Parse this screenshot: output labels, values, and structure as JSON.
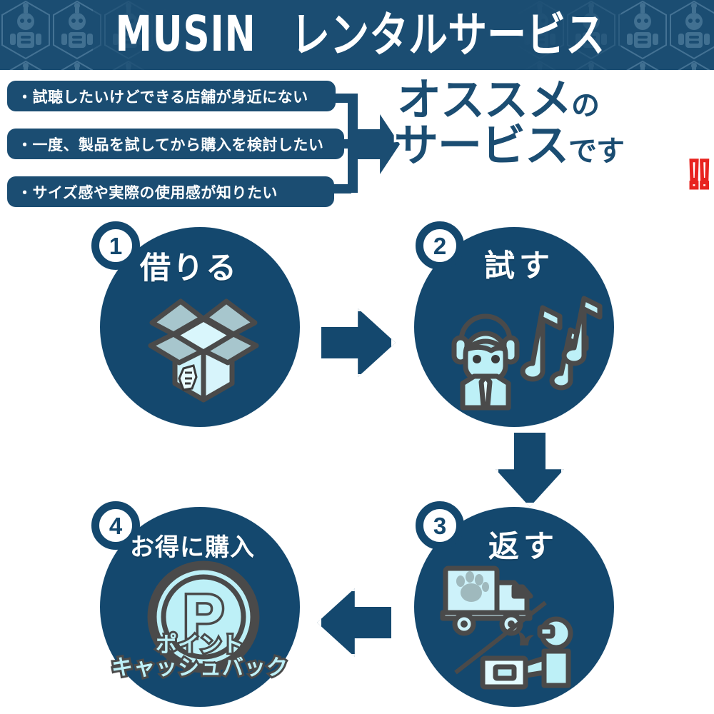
{
  "header": {
    "brand": "MUSIN",
    "service_title": "レンタルサービス",
    "background_color": "#1b4d72",
    "text_color": "#ffffff",
    "pattern": "hexagon-robot-pattern"
  },
  "pain_points": {
    "items": [
      {
        "text": "・試聴したいけどできる店舗が身近にない"
      },
      {
        "text": "・一度、製品を試してから購入を検討したい"
      },
      {
        "text": "・サイズ感や実際の使用感が知りたい"
      }
    ]
  },
  "recommendation": {
    "line1_main": "オススメ",
    "line1_small": "の",
    "line2_main": "サービス",
    "line2_small": "です",
    "exclamation": "!!",
    "text_color": "#1b4d72",
    "outline_color": "#ffffff",
    "exclamation_color": "#e8231f"
  },
  "steps": [
    {
      "number": "1",
      "label": "借りる",
      "icon": "open-box-icon",
      "circle_color": "#14486e"
    },
    {
      "number": "2",
      "label": "試す",
      "icon": "person-headphones-music-icon",
      "circle_color": "#14486e"
    },
    {
      "number": "3",
      "label": "返す",
      "icon": "delivery-truck-handover-icon",
      "circle_color": "#14486e"
    },
    {
      "number": "4",
      "label": "お得に購入",
      "icon": "point-coin-icon",
      "coin_letter": "P",
      "caption_line1": "ポイント",
      "caption_line2": "キャッシュバック",
      "circle_color": "#14486e"
    }
  ],
  "flow_arrows": [
    {
      "name": "arrow-step1-to-step2",
      "direction": "right"
    },
    {
      "name": "arrow-step2-to-step3",
      "direction": "down"
    },
    {
      "name": "arrow-step3-to-step4",
      "direction": "left"
    }
  ],
  "colors": {
    "primary_dark_blue": "#1b4d72",
    "circle_blue": "#14486e",
    "icon_light_cyan": "#bdf0f7",
    "icon_outline_gray": "#4a4a4a",
    "accent_red": "#e8231f",
    "background": "#ffffff"
  }
}
